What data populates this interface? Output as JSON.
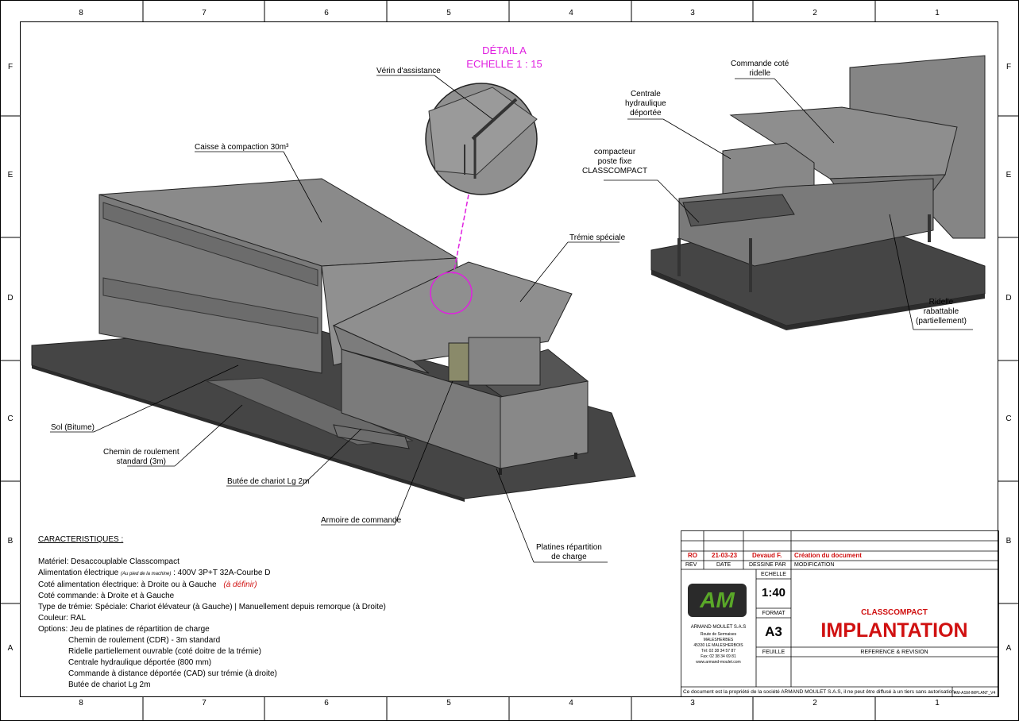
{
  "frame": {
    "columns": [
      "8",
      "7",
      "6",
      "5",
      "4",
      "3",
      "2",
      "1"
    ],
    "rows": [
      "F",
      "E",
      "D",
      "C",
      "B",
      "A"
    ]
  },
  "detail": {
    "title": "DÉTAIL A",
    "scale": "ECHELLE 1 : 15"
  },
  "callouts": {
    "verin": "Vérin d'assistance",
    "caisse": "Caisse à compaction 30m³",
    "tremie": "Trémie spéciale",
    "sol": "Sol (Bitume)",
    "chemin_1": "Chemin de roulement",
    "chemin_2": "standard (3m)",
    "butee": "Butée de chariot Lg 2m",
    "armoire": "Armoire de commande",
    "platines_1": "Platines répartition",
    "platines_2": "de charge",
    "commande_1": "Commande coté",
    "commande_2": "ridelle",
    "centrale_1": "Centrale",
    "centrale_2": "hydraulique",
    "centrale_3": "déportée",
    "compacteur_1": "compacteur",
    "compacteur_2": "poste fixe",
    "compacteur_3": "CLASSCOMPACT",
    "ridelle_1": "Ridelle",
    "ridelle_2": "rabattable",
    "ridelle_3": "(partiellement)"
  },
  "characteristics": {
    "heading": "CARACTERISTIQUES :",
    "materiel": "Matériel: Desaccouplable Classcompact",
    "alim_label": "Alimentation électrique",
    "alim_note": "(Au pied de la machine)",
    "alim_value": ": 400V 3P+T 32A-Courbe D",
    "cote_alim": "Coté alimentation électrique: à Droite ou à Gauche",
    "cote_alim_note": "(à définir)",
    "cote_commande": "Coté commande: à Droite et à Gauche",
    "type_tremie": "Type de trémie: Spéciale: Chariot élévateur (à Gauche) | Manuellement depuis remorque (à Droite)",
    "couleur": "Couleur: RAL",
    "options": "Options: Jeu de platines de répartition de charge",
    "option_items": [
      "Chemin de roulement (CDR) -  3m standard",
      "Ridelle partiellement ouvrable (coté doitre de la trémie)",
      "Centrale hydraulique déportée (800 mm)",
      "Commande à distance  déportée (CAD) sur trémie (à droite)",
      "Butée de chariot Lg 2m"
    ]
  },
  "title_block": {
    "rev_code": "RO",
    "rev_date": "21-03-23",
    "rev_author": "Devaud F.",
    "rev_desc": "Création du document",
    "h_rev": "REV",
    "h_date": "DATE",
    "h_dessine": "DESSINE PAR",
    "h_modif": "MODIFICATION",
    "h_echelle": "ECHELLE",
    "echelle": "1:40",
    "h_format": "FORMAT",
    "format": "A3",
    "h_feuille": "FEUILLE",
    "reference": "REFERENCE & REVISION",
    "product": "CLASSCOMPACT",
    "doc_title": "IMPLANTATION",
    "company": "ARMAND MOULET S.A.S",
    "addr_1": "Route de Sermaises",
    "addr_2": "MALESHERBES",
    "addr_3": "45330 LE MALESHERBOIS",
    "tel": "Tél: 02 38 34 57 87",
    "fax": "Fax: 02 38 34 69 81",
    "web": "www.armand-moulet.com",
    "disclaimer": "Ce document est la propriété de la société ARMAND MOULET S.A.S, il ne peut être diffusé à un tiers sans autorisation.",
    "doc_ref": "AM-ASM-IMPLANT_V4"
  },
  "logo": {
    "text": "AM"
  },
  "colors": {
    "machine": "#808080",
    "ground": "#454545",
    "magenta": "#e020e0",
    "red": "#d01010",
    "logo_green": "#5aa828"
  }
}
